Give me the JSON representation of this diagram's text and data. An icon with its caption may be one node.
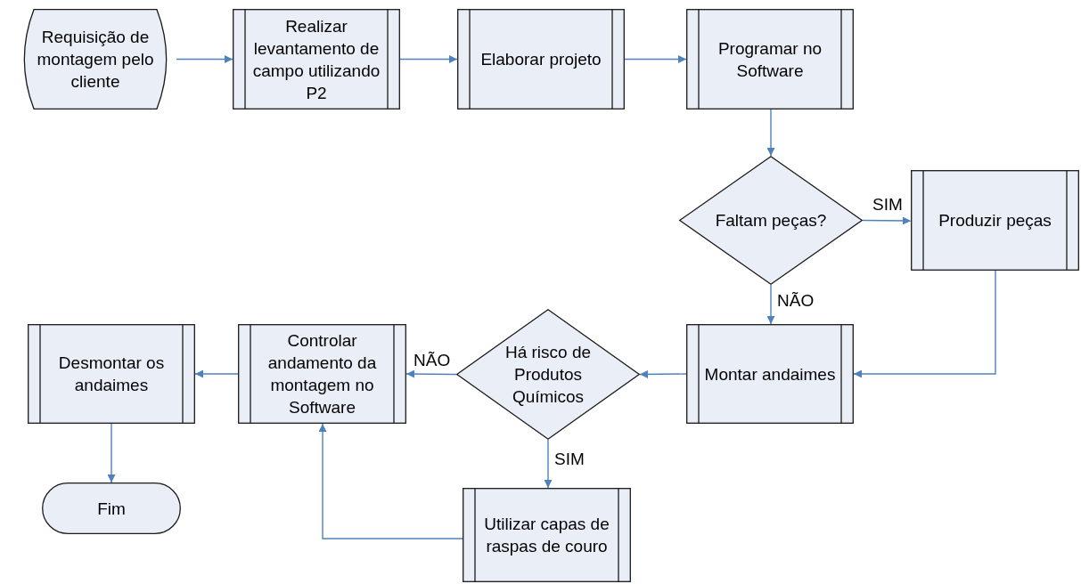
{
  "diagram": {
    "nodes": [
      {
        "text": [
          "Requisição de montagem pelo cliente"
        ]
      },
      {
        "text": [
          "Realizar levantamento de campo utilizando P2"
        ]
      },
      {
        "text": [
          "Elaborar projeto"
        ]
      },
      {
        "text": [
          "Programar no Software"
        ]
      },
      {
        "text": [
          "Faltam peças?"
        ]
      },
      {
        "text": [
          "Produzir peças"
        ]
      },
      {
        "text": [
          "Montar andaimes"
        ]
      },
      {
        "text": [
          "Há risco de Produtos Químicos"
        ]
      },
      {
        "text": [
          "Controlar andamento da montagem no Software"
        ]
      },
      {
        "text": [
          "Desmontar os andaimes"
        ]
      },
      {
        "text": [
          "Utilizar capas de raspas de couro"
        ]
      },
      {
        "text": [
          "Fim"
        ]
      }
    ],
    "edges": [
      {
        "from": 0,
        "to": 1,
        "arrow": "to"
      },
      {
        "from": 1,
        "to": 2,
        "arrow": "to"
      },
      {
        "from": 2,
        "to": 3,
        "arrow": "to"
      },
      {
        "from": 3,
        "to": 4,
        "arrow": "to"
      },
      {
        "from": 4,
        "to": 5,
        "arrow": "to",
        "label": "SIM"
      },
      {
        "from": 4,
        "to": 6,
        "arrow": "to",
        "label": "NÃO"
      },
      {
        "from": 5,
        "to": 6,
        "arrow": "to"
      },
      {
        "from": 6,
        "to": 7,
        "arrow": "to"
      },
      {
        "from": 7,
        "to": 8,
        "arrow": "to",
        "label": "NÃO"
      },
      {
        "from": 7,
        "to": 10,
        "arrow": "to",
        "label": "SIM"
      },
      {
        "from": 10,
        "to": 8,
        "arrow": "to"
      },
      {
        "from": 8,
        "to": 9,
        "arrow": "to"
      },
      {
        "from": 9,
        "to": 11,
        "arrow": "to"
      }
    ]
  }
}
